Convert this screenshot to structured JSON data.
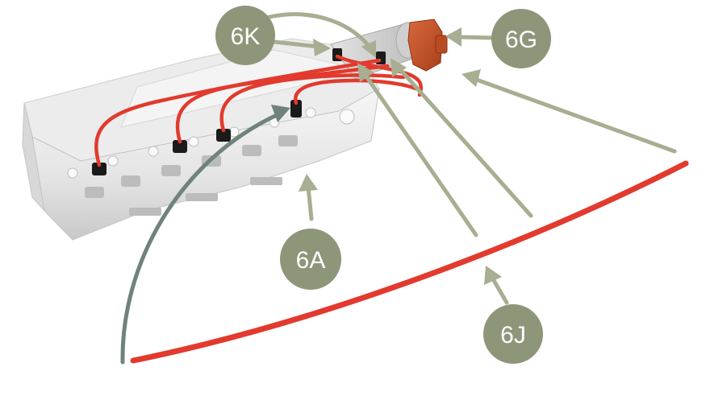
{
  "labels": {
    "six_k": "6K",
    "six_g": "6G",
    "six_a": "6A",
    "six_j": "6J"
  },
  "colors": {
    "badge": "#8e9679",
    "arrow_green": "#a7ae91",
    "arrow_dark": "#6f837a",
    "wire_red": "#e23a2e",
    "cap_orange": "#c8522a",
    "engine_light": "#eeeeee",
    "engine_mid": "#d6d6d6",
    "engine_dark": "#b8b8b8",
    "connector_black": "#1a1a1a"
  },
  "icons": {
    "engine": "cylinder-head-icon",
    "cap": "distributor-cap-icon",
    "wire": "ignition-lead-icon"
  }
}
